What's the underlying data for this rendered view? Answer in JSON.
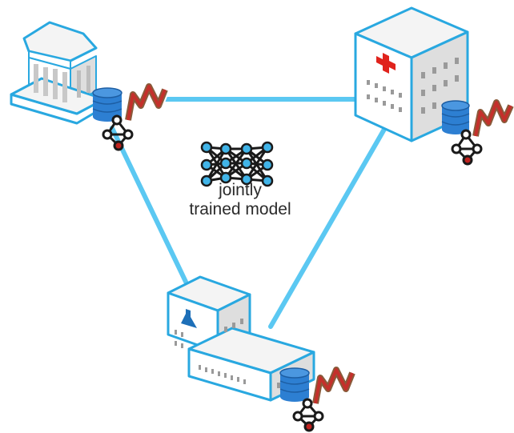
{
  "caption": {
    "line1": "jointly",
    "line2": "trained model"
  },
  "colors": {
    "link": "#5bc8f2",
    "outline": "#29a8e0",
    "building_top": "#f4f4f4",
    "building_left": "#ffffff",
    "building_right": "#dedede",
    "window": "#9a9a9a",
    "database": "#2d7fd2",
    "database_dark": "#1d5ea3",
    "cross": "#e0231c",
    "flask": "#1d6fb8",
    "network_node": "#41b4e8",
    "network_edge": "#1a1a1a",
    "graph_root": "#c0231f",
    "logo_red": "#c4302b",
    "logo_brown": "#8a5a3a"
  },
  "nodes": [
    {
      "name": "bank",
      "icon": "bank-building-icon"
    },
    {
      "name": "hospital",
      "icon": "hospital-building-icon"
    },
    {
      "name": "laboratory",
      "icon": "laboratory-building-icon"
    }
  ]
}
